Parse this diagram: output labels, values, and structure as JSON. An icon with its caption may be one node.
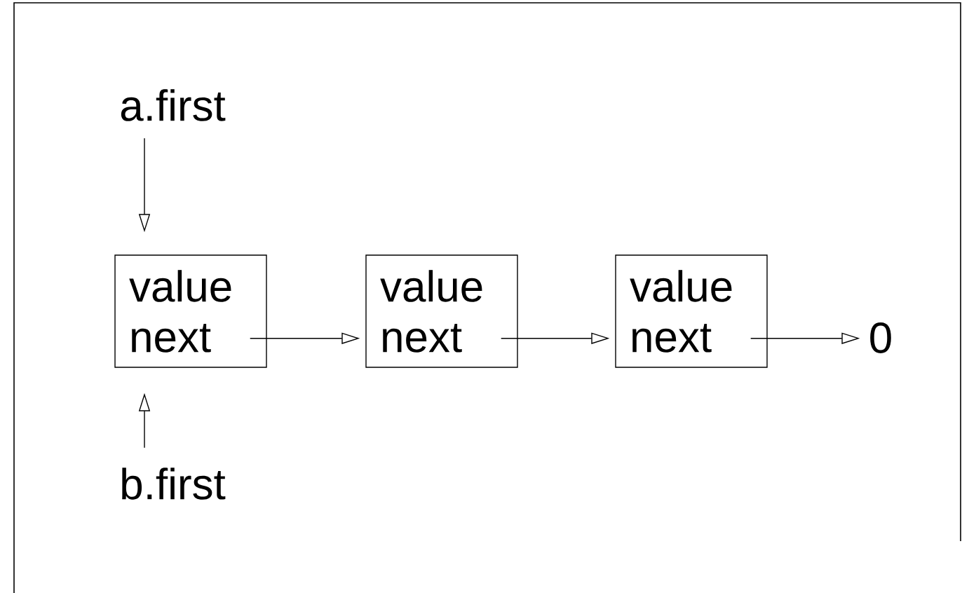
{
  "diagram": {
    "nodes": [
      {
        "text": [
          "a.first"
        ]
      },
      {
        "text": [
          "value next"
        ]
      },
      {
        "text": [
          "value next"
        ]
      },
      {
        "text": [
          "value next"
        ]
      },
      {
        "text": [
          "0"
        ]
      },
      {
        "text": [
          "b.first"
        ]
      }
    ],
    "edges": [
      {
        "from": 0,
        "to": 1,
        "arrow": "to"
      },
      {
        "from": 5,
        "to": 1,
        "arrow": "to"
      },
      {
        "from": 1,
        "to": 2,
        "arrow": "to"
      },
      {
        "from": 2,
        "to": 3,
        "arrow": "to"
      },
      {
        "from": 3,
        "to": 4,
        "arrow": "to"
      }
    ]
  }
}
